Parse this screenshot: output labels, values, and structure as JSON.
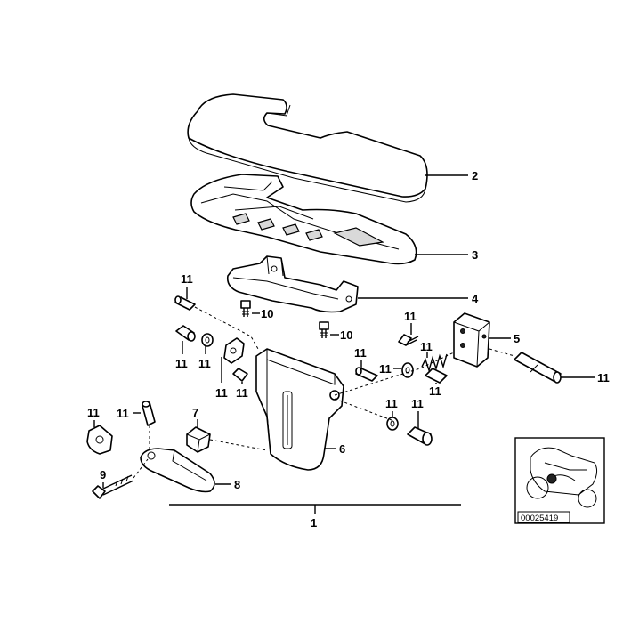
{
  "labels": {
    "p1": "1",
    "p2": "2",
    "p3": "3",
    "p4": "4",
    "p5": "5",
    "p6": "6",
    "p7": "7",
    "p8": "8",
    "p9": "9",
    "p10": "10",
    "p11": "11"
  },
  "inset_code": "00025419",
  "icons": [
    "motorcycle-inset-icon"
  ]
}
